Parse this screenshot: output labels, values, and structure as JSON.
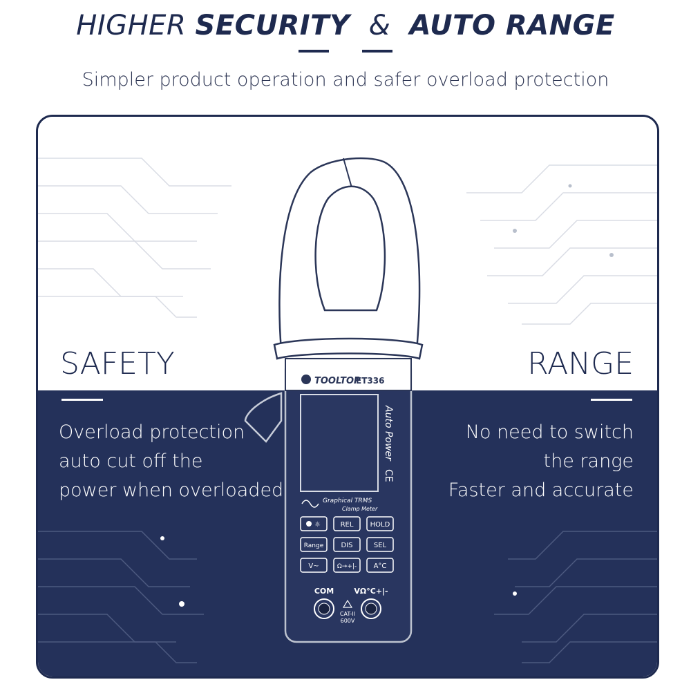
{
  "header": {
    "title_part1": "HIGHER",
    "title_part2": "SECURITY",
    "title_amp": "&",
    "title_part3": "AUTO RANGE",
    "subtitle": "Simpler product operation and safer overload protection"
  },
  "left_panel": {
    "heading": "SAFETY",
    "lines": [
      "Overload protection",
      "auto cut off the",
      "power when overloaded"
    ]
  },
  "right_panel": {
    "heading": "RANGE",
    "lines": [
      "No need to switch",
      "the range",
      "Faster and accurate"
    ]
  },
  "device": {
    "brand": "TOOLTOP",
    "model": "ET336",
    "side_label": "Auto Power",
    "ce_mark": "CE",
    "wave_label": "Graphical TRMS",
    "wave_sublabel": "Clamp Meter",
    "buttons": [
      "REL",
      "HOLD",
      "Range",
      "DIS",
      "SEL",
      "V~",
      "Ω→+|-",
      "A°C"
    ],
    "port_left_label": "COM",
    "port_right_label": "VΩ°C+|-",
    "cat_label": "CAT-II",
    "voltage_label": "600V"
  },
  "colors": {
    "navy": "#1e2a4f",
    "panel_blue": "#24315a",
    "white": "#ffffff"
  }
}
